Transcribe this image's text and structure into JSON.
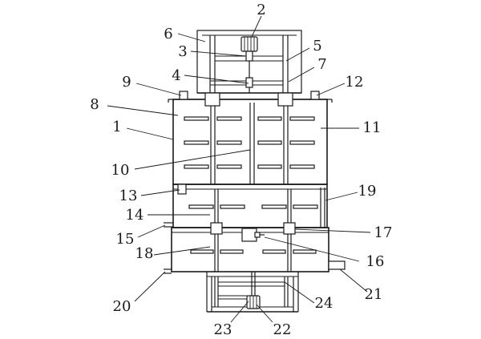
{
  "labels": {
    "l1": "1",
    "l2": "2",
    "l3": "3",
    "l4": "4",
    "l5": "5",
    "l6": "6",
    "l7": "7",
    "l8": "8",
    "l9": "9",
    "l10": "10",
    "l11": "11",
    "l12": "12",
    "l13": "13",
    "l14": "14",
    "l15": "15",
    "l16": "16",
    "l17": "17",
    "l18": "18",
    "l19": "19",
    "l20": "20",
    "l21": "21",
    "l22": "22",
    "l23": "23",
    "l24": "24"
  },
  "colors": {
    "line": "#1a1a1a",
    "background": "#ffffff"
  }
}
